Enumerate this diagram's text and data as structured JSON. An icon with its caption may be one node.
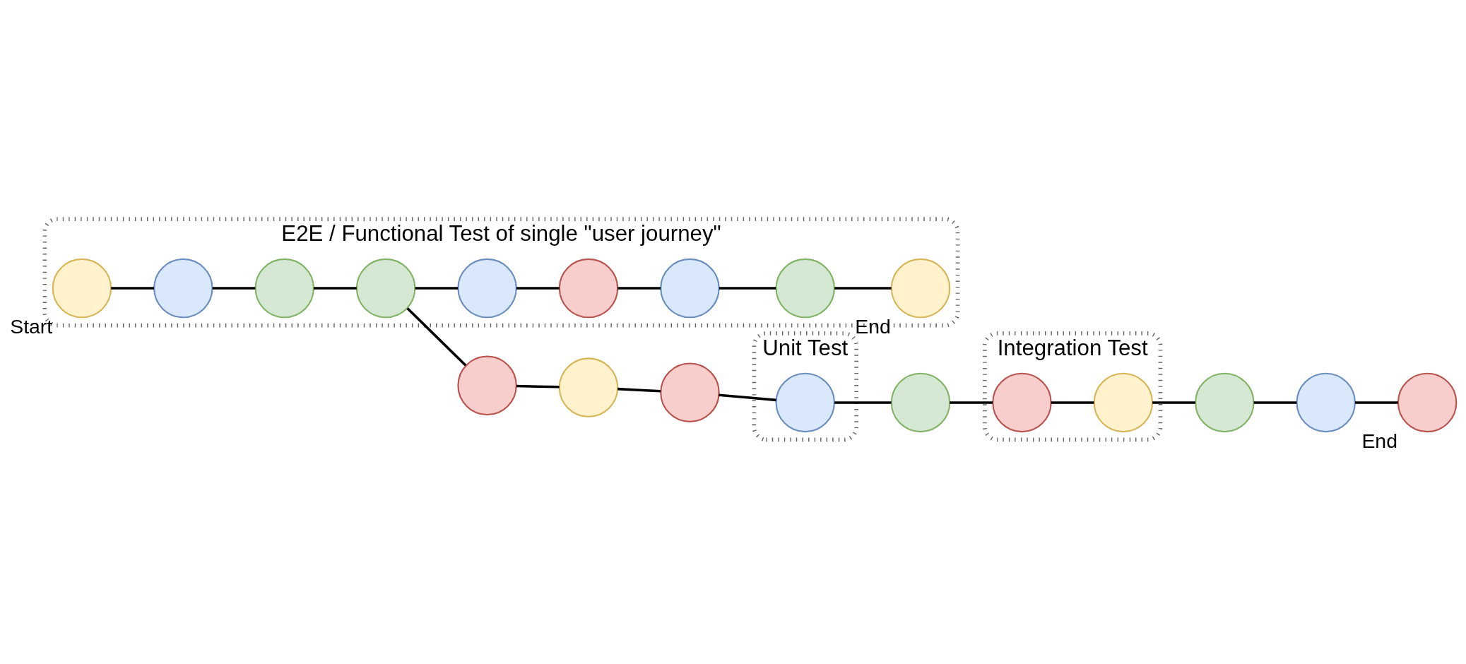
{
  "diagram": {
    "nodes": [
      {
        "text": [
          "E2E / Functional Test of single \"user journey\""
        ]
      },
      {
        "text": [],
        "shape": "circle",
        "in": 0
      },
      {
        "text": [],
        "shape": "circle",
        "in": 0
      },
      {
        "text": [],
        "shape": "circle",
        "in": 0
      },
      {
        "text": [],
        "shape": "circle",
        "in": 0,
        "beside": [
          "Start"
        ]
      },
      {
        "text": [],
        "shape": "circle",
        "in": 0
      },
      {
        "text": [],
        "shape": "circle",
        "in": 0
      },
      {
        "text": [],
        "shape": "circle",
        "in": 0
      },
      {
        "text": [],
        "shape": "circle",
        "in": 0
      },
      {
        "text": [],
        "shape": "circle",
        "in": 0,
        "beside": [
          "End"
        ]
      },
      {
        "text": [
          "Unit Test"
        ]
      },
      {
        "text": [],
        "shape": "circle",
        "in": 10
      },
      {
        "text": [
          "Integration Test"
        ]
      },
      {
        "text": [],
        "shape": "circle",
        "in": 12
      },
      {
        "text": [],
        "shape": "circle",
        "in": 12
      },
      {
        "text": [],
        "shape": "circle"
      },
      {
        "text": [],
        "shape": "circle"
      },
      {
        "text": [],
        "shape": "circle"
      },
      {
        "text": [],
        "shape": "circle"
      },
      {
        "text": [],
        "shape": "circle"
      },
      {
        "text": [],
        "shape": "circle"
      },
      {
        "text": [],
        "shape": "circle",
        "beside": [
          "End"
        ]
      }
    ],
    "edges": [
      {
        "from": 4,
        "to": 1,
        "arrow": "none"
      },
      {
        "from": 1,
        "to": 2,
        "arrow": "none"
      },
      {
        "from": 2,
        "to": 3,
        "arrow": "none"
      },
      {
        "from": 3,
        "to": 15,
        "arrow": "none"
      },
      {
        "from": 3,
        "to": 5,
        "arrow": "none"
      },
      {
        "from": 15,
        "to": 16,
        "arrow": "none"
      },
      {
        "from": 16,
        "to": 17,
        "arrow": "none"
      },
      {
        "from": 17,
        "to": 11,
        "arrow": "none"
      },
      {
        "from": 11,
        "to": 18,
        "arrow": "none"
      },
      {
        "from": 18,
        "to": 13,
        "arrow": "none"
      },
      {
        "from": 13,
        "to": 14,
        "arrow": "none"
      },
      {
        "from": 14,
        "to": 19,
        "arrow": "none"
      },
      {
        "from": 19,
        "to": 20,
        "arrow": "none"
      },
      {
        "from": 20,
        "to": 21,
        "arrow": "none"
      },
      {
        "from": 5,
        "to": 6,
        "arrow": "none"
      },
      {
        "from": 6,
        "to": 7,
        "arrow": "none"
      },
      {
        "from": 7,
        "to": 8,
        "arrow": "none"
      },
      {
        "from": 8,
        "to": 9,
        "arrow": "none"
      }
    ]
  }
}
